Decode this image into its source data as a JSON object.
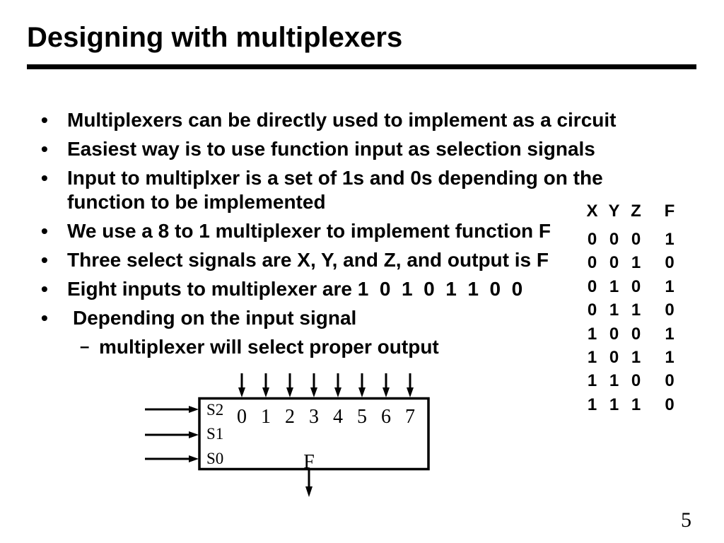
{
  "slide": {
    "title": "Designing with multiplexers",
    "page_number": "5",
    "colors": {
      "background": "#ffffff",
      "text": "#000000",
      "rule": "#000000"
    }
  },
  "bullet_marker": "•",
  "sub_bullet_marker": "–",
  "bullets": [
    {
      "lines": [
        "Multiplexers can be directly used to implement as a circuit"
      ]
    },
    {
      "lines": [
        "Easiest way is to use function input as selection signals"
      ]
    },
    {
      "lines": [
        "Input to multiplxer is a set of 1s and 0s depending on the",
        "function to be implemented"
      ]
    },
    {
      "lines": [
        "We use a 8 to 1 multiplexer to implement function F"
      ]
    },
    {
      "lines": [
        "Three select signals are X, Y, and Z, and output is F"
      ]
    },
    {
      "lines": [
        "Eight inputs to multiplexer are 1  0  1  0  1  1  0  0"
      ]
    },
    {
      "lines": [
        "Depending on the input signal"
      ],
      "sub_bullets": [
        "multiplexer will select proper output"
      ]
    }
  ],
  "truth_table": {
    "headers": [
      "X",
      "Y",
      "Z",
      "F"
    ],
    "rows": [
      [
        "0",
        "0",
        "0",
        "1"
      ],
      [
        "0",
        "0",
        "1",
        "0"
      ],
      [
        "0",
        "1",
        "0",
        "1"
      ],
      [
        "0",
        "1",
        "1",
        "0"
      ],
      [
        "1",
        "0",
        "0",
        "1"
      ],
      [
        "1",
        "0",
        "1",
        "1"
      ],
      [
        "1",
        "1",
        "0",
        "0"
      ],
      [
        "1",
        "1",
        "1",
        "0"
      ]
    ]
  },
  "mux": {
    "select_labels": [
      "S2",
      "S1",
      "S0"
    ],
    "data_input_labels": [
      "0",
      "1",
      "2",
      "3",
      "4",
      "5",
      "6",
      "7"
    ],
    "output_label": "F"
  }
}
